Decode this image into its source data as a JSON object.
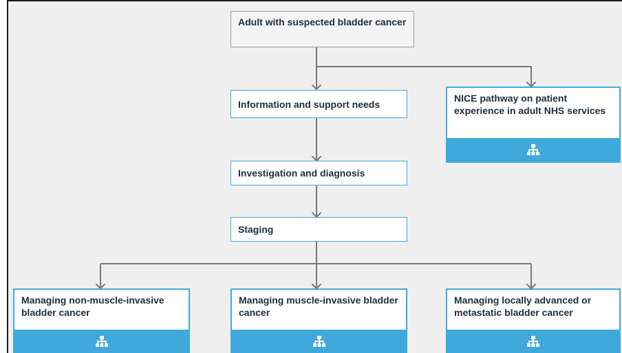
{
  "diagram": {
    "nodes": {
      "root": "Adult with suspected bladder cancer",
      "info": "Information and support needs",
      "nice": "NICE pathway on patient experience in adult NHS services",
      "investigation": "Investigation and diagnosis",
      "staging": "Staging",
      "nmibc": "Managing non-muscle-invasive bladder cancer",
      "mibc": "Managing muscle-invasive bladder cancer",
      "advanced": "Managing locally advanced or metastatic bladder cancer"
    },
    "link_icon": "sitemap-icon",
    "colors": {
      "accent": "#3fa9dc",
      "canvas": "#efefef",
      "connector": "#777777",
      "text": "#1e2d3a"
    }
  }
}
